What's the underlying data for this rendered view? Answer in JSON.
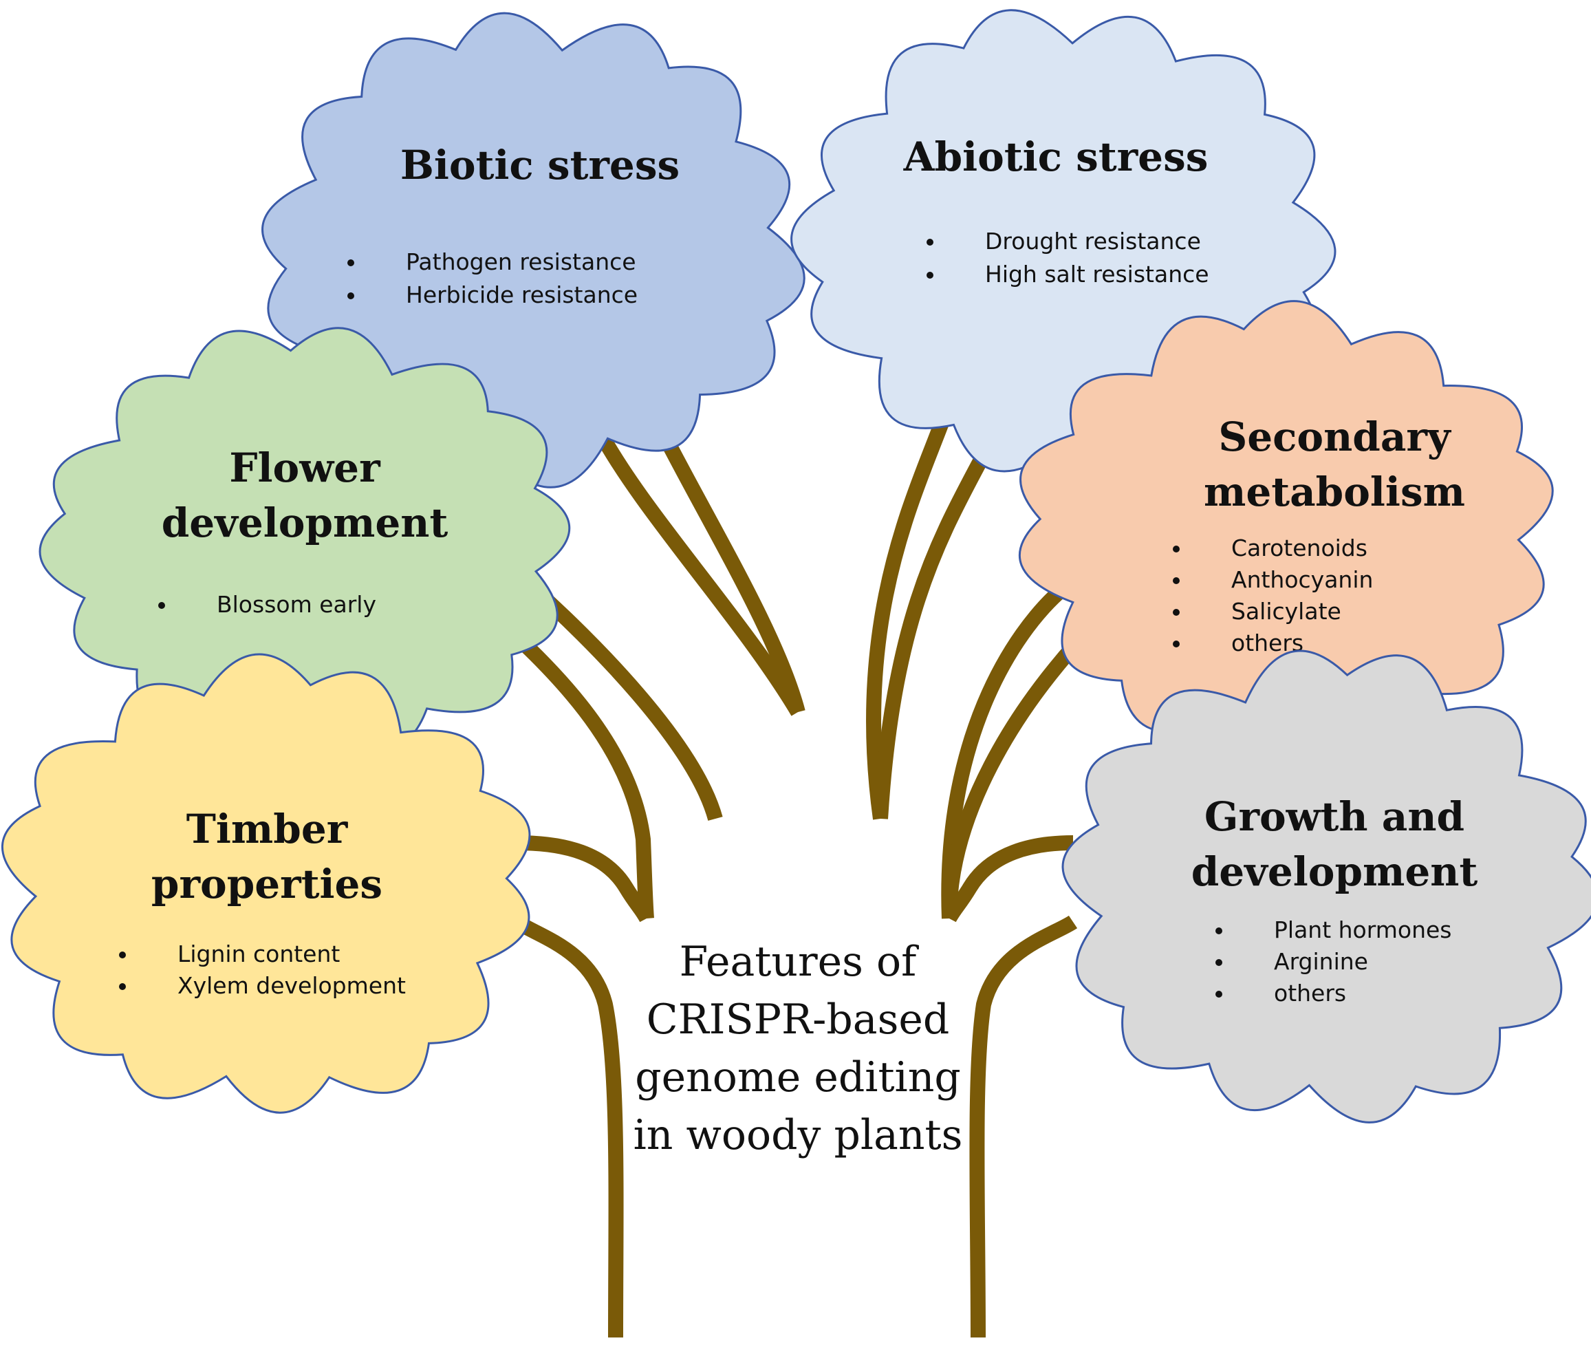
{
  "center_label": {
    "lines": [
      "Features of",
      "CRISPR-based",
      "genome editing",
      "in woody plants"
    ]
  },
  "clouds": [
    {
      "id": "biotic",
      "color": "#b4c7e7",
      "title": [
        "Biotic stress"
      ],
      "items": [
        "Pathogen resistance",
        "Herbicide resistance"
      ]
    },
    {
      "id": "abiotic",
      "color": "#dae5f3",
      "title": [
        "Abiotic stress"
      ],
      "items": [
        "Drought resistance",
        "High salt resistance"
      ]
    },
    {
      "id": "flower",
      "color": "#c5e0b4",
      "title": [
        "Flower",
        "development"
      ],
      "items": [
        "Blossom early"
      ]
    },
    {
      "id": "secondary",
      "color": "#f8cbad",
      "title": [
        "Secondary",
        "metabolism"
      ],
      "items": [
        "Carotenoids",
        "Anthocyanin",
        "Salicylate",
        "others"
      ]
    },
    {
      "id": "timber",
      "color": "#ffe699",
      "title": [
        "Timber",
        "properties"
      ],
      "items": [
        "Lignin content",
        "Xylem development"
      ]
    },
    {
      "id": "growth",
      "color": "#d9d9d9",
      "title": [
        "Growth and",
        "development"
      ],
      "items": [
        "Plant hormones",
        "Arginine",
        "others"
      ]
    }
  ],
  "colors": {
    "trunk": "#7a5a08",
    "cloud_outline": "#3a5aa8",
    "text": "#111111"
  }
}
